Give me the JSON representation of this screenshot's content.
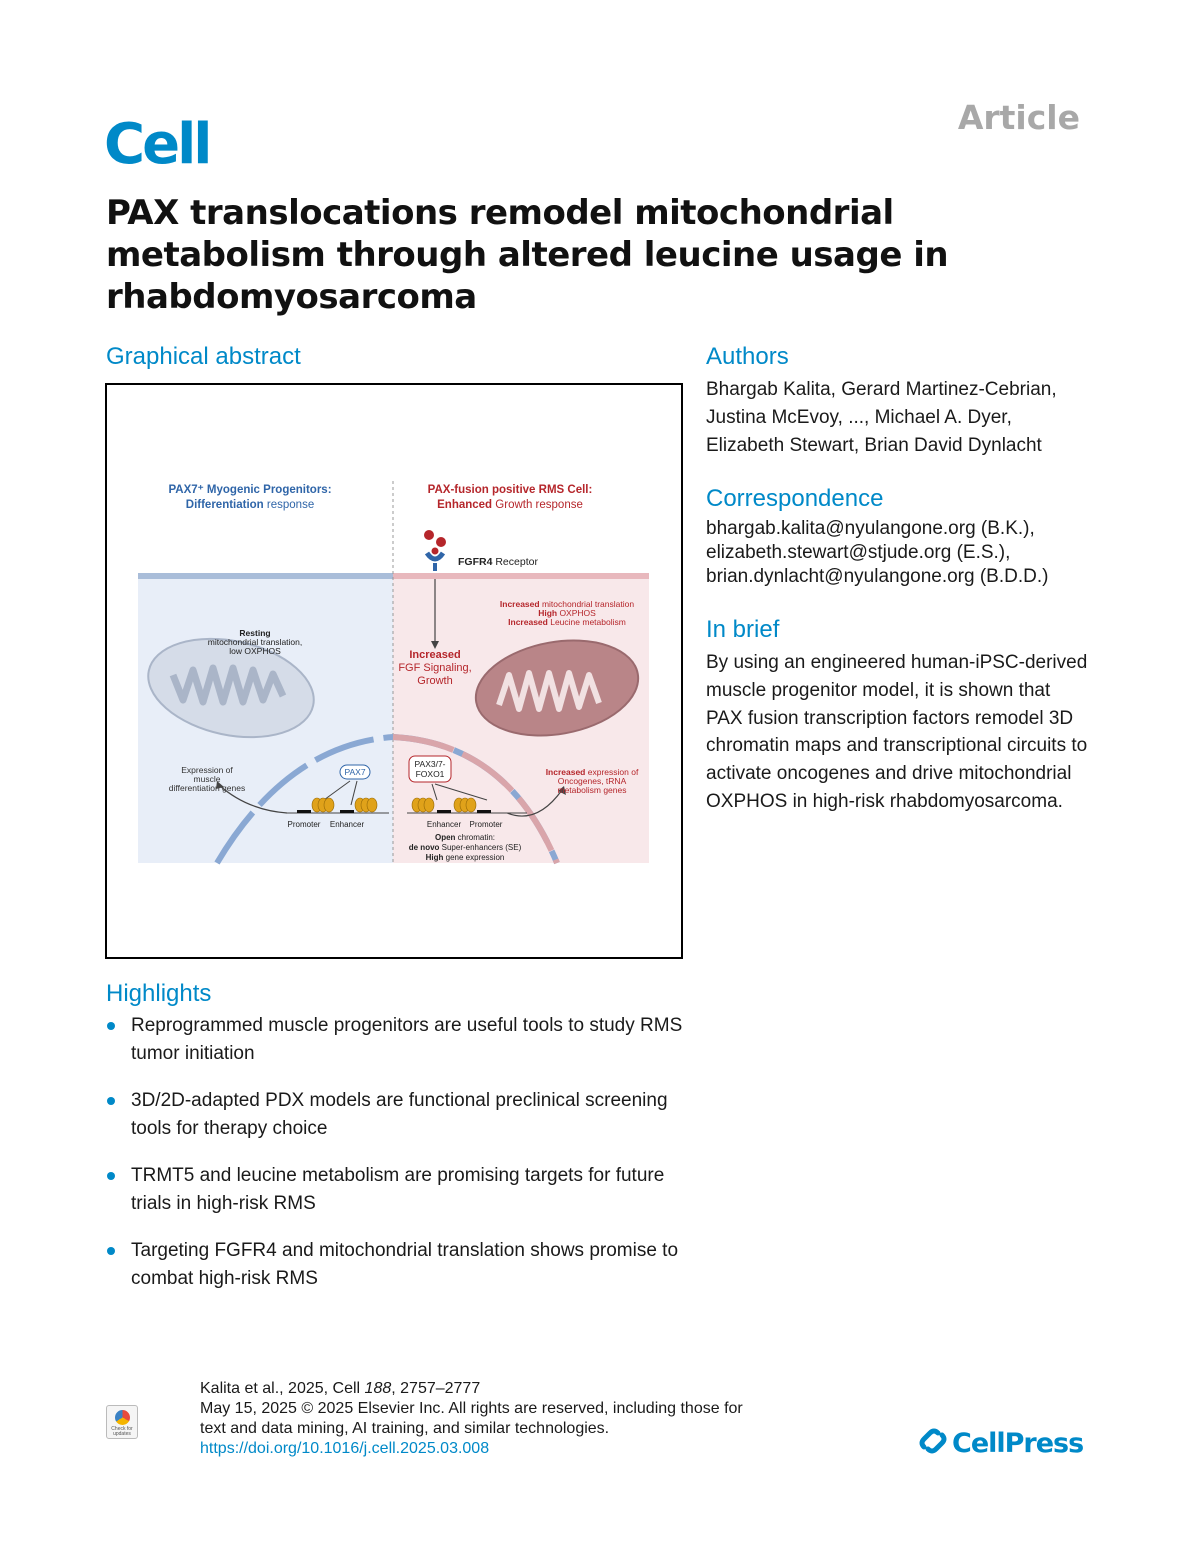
{
  "header": {
    "journal": "Cell",
    "article_type": "Article"
  },
  "title": "PAX translocations remodel mitochondrial metabolism through altered leucine usage in rhabdomyosarcoma",
  "graphical_abstract": {
    "heading": "Graphical abstract",
    "left_title_bold": "PAX7⁺ Myogenic Progenitors:",
    "left_subtitle_bold": "Differentiation",
    "left_subtitle_rest": " response",
    "right_title": "PAX-fusion positive RMS Cell:",
    "right_subtitle_bold": "Enhanced",
    "right_subtitle_rest": " Growth response",
    "receptor_bold": "FGFR4",
    "receptor_rest": " Receptor",
    "resting_bold": "Resting",
    "resting_line2": "mitochondrial translation,",
    "resting_line3": "low OXPHOS",
    "right_mito_1_bold": "Increased",
    "right_mito_1_rest": " mitochondrial translation",
    "right_mito_2_bold": "High",
    "right_mito_2_rest": " OXPHOS",
    "right_mito_3_bold": "Increased",
    "right_mito_3_rest": " Leucine metabolism",
    "fgf_1": "Increased",
    "fgf_2": "FGF Signaling,",
    "fgf_3": "Growth",
    "expr_1": "Expression of",
    "expr_2": "muscle",
    "expr_3": "differentiation genes",
    "pax7": "PAX7",
    "pax3_1": "PAX3/7-",
    "pax3_2": "FOXO1",
    "inc_expr_bold": "Increased",
    "inc_expr_rest": " expression of",
    "inc_expr_2": "Oncogenes, tRNA",
    "inc_expr_3": "metabolism genes",
    "promoter_left": "Promoter",
    "enhancer_left": "Enhancer",
    "enhancer_right": "Enhancer",
    "promoter_right": "Promoter",
    "open_bold": "Open",
    "open_rest": " chromatin:",
    "denovo_bold": "de novo",
    "denovo_rest": " Super-enhancers (SE)",
    "high_bold": "High",
    "high_rest": " gene expression"
  },
  "authors": {
    "heading": "Authors",
    "lines": [
      "Bhargab Kalita, Gerard Martinez-Cebrian,",
      "Justina McEvoy, ..., Michael A. Dyer,",
      "Elizabeth Stewart, Brian David Dynlacht"
    ]
  },
  "correspondence": {
    "heading": "Correspondence",
    "emails": [
      "bhargab.kalita@nyulangone.org (B.K.),",
      "elizabeth.stewart@stjude.org (E.S.),",
      "brian.dynlacht@nyulangone.org (B.D.D.)"
    ]
  },
  "in_brief": {
    "heading": "In brief",
    "text": "By using an engineered human-iPSC-derived muscle progenitor model, it is shown that PAX fusion transcription factors remodel 3D chromatin maps and transcriptional circuits to activate oncogenes and drive mitochondrial OXPHOS in high-risk rhabdomyosarcoma."
  },
  "highlights": {
    "heading": "Highlights",
    "items": [
      "Reprogrammed muscle progenitors are useful tools to study RMS tumor initiation",
      "3D/2D-adapted PDX models are functional preclinical screening tools for therapy choice",
      "TRMT5 and leucine metabolism are promising targets for future trials in high-risk RMS",
      "Targeting FGFR4 and mitochondrial translation shows promise to combat high-risk RMS"
    ]
  },
  "footer": {
    "citation_prefix": "Kalita et al., 2025, Cell ",
    "citation_volume": "188",
    "citation_pages": ", 2757–2777",
    "line2": "May 15, 2025 © 2025 Elsevier Inc. All rights are reserved, including those for",
    "line3": "text and data mining, AI training, and similar technologies.",
    "doi": "https://doi.org/10.1016/j.cell.2025.03.008",
    "badge_text": "Check for updates",
    "publisher": "CellPress"
  },
  "colors": {
    "brand_blue": "#0089c8",
    "ga_red": "#b5262b",
    "ga_blue": "#2f65a8"
  }
}
